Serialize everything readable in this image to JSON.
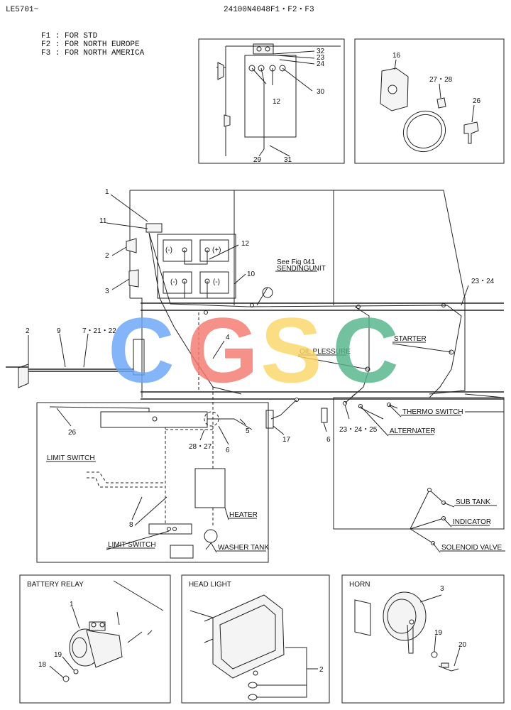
{
  "header": {
    "doc_code": "LE5701~",
    "part_no": "24100N4048F1・F2・F3"
  },
  "legend": [
    "F1 : FOR STD",
    "F2 : FOR NORTH EUROPE",
    "F3 : FOR NORTH AMERICA"
  ],
  "watermark": {
    "letters": [
      "C",
      "G",
      "S",
      "C"
    ],
    "colors": [
      "#6aa6f7",
      "#f47a6e",
      "#fbd66a",
      "#54b58a"
    ]
  },
  "callouts": {
    "top_center": [
      "32",
      "23",
      "24",
      "12",
      "30",
      "29",
      "31"
    ],
    "top_right": [
      "16",
      "27・28",
      "26"
    ],
    "main": [
      "1",
      "11",
      "2",
      "12",
      "3",
      "10",
      "2",
      "9",
      "7・21・22",
      "4",
      "23・24",
      "26",
      "6",
      "5",
      "17",
      "28・27",
      "6",
      "8",
      "23・24・25"
    ],
    "battery_relay": [
      "1",
      "19",
      "18"
    ],
    "head_light": [
      "2"
    ],
    "horn": [
      "3",
      "19",
      "20"
    ]
  },
  "labels": {
    "see_fig": "See Fig 041",
    "sending_unit": "SENDINGUNIT",
    "starter": "STARTER",
    "oil_pressure": "OIL PLESSURE",
    "thermo_switch": "THERMO SWITCH",
    "alternater": "ALTERNATER",
    "limit_switch_1": "LIMIT SWITCH",
    "limit_switch_2": "LIMIT SWITCH",
    "heater": "HEATER",
    "washer_tank": "WASHER TANK",
    "sub_tank": "SUB TANK",
    "indicator": "INDICATOR",
    "solenoid_valve": "SOLENOID VALVE"
  },
  "battery_terminals": [
    "(-)",
    "(+)",
    "(-)",
    "(-)"
  ],
  "insets": {
    "battery_relay": "BATTERY RELAY",
    "head_light": "HEAD LIGHT",
    "horn": "HORN"
  }
}
